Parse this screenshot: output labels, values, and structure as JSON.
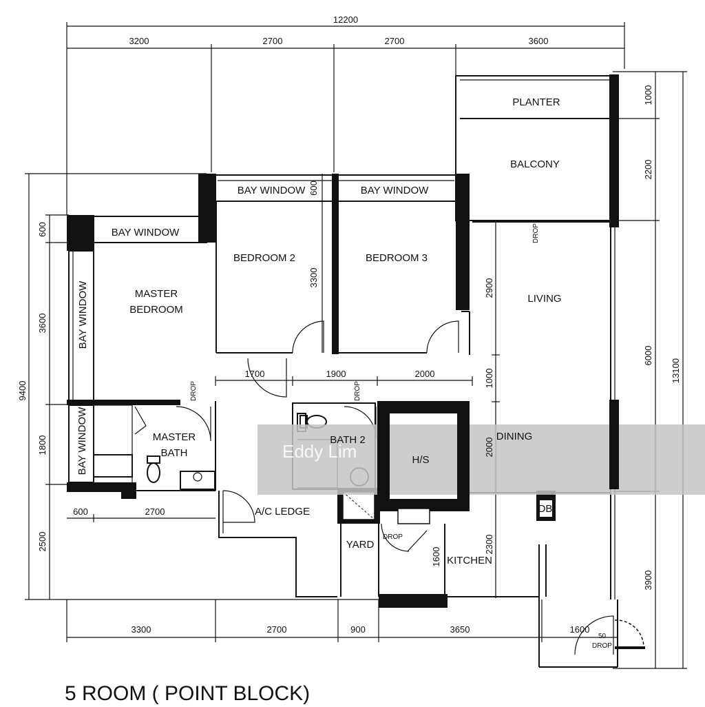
{
  "title": "5 ROOM ( POINT BLOCK)",
  "watermark": "Eddy Lim",
  "rooms": {
    "planter": "PLANTER",
    "balcony": "BALCONY",
    "bay_window_bed2": "BAY WINDOW",
    "bay_window_bed3": "BAY WINDOW",
    "bay_window_master_top": "BAY WINDOW",
    "bay_window_master_side": "BAY WINDOW",
    "bay_window_bath": "BAY WINDOW",
    "bedroom2": "BEDROOM 2",
    "bedroom3": "BEDROOM 3",
    "master_bedroom_l1": "MASTER",
    "master_bedroom_l2": "BEDROOM",
    "living": "LIVING",
    "dining": "DINING",
    "master_bath_l1": "MASTER",
    "master_bath_l2": "BATH",
    "bath2": "BATH 2",
    "hs": "H/S",
    "ac_ledge": "A/C LEDGE",
    "yard": "YARD",
    "kitchen": "KITCHEN",
    "db": "DB"
  },
  "drops": [
    "DROP",
    "DROP",
    "DROP",
    "DROP",
    "DROP"
  ],
  "dimensions": {
    "top_total": "12200",
    "top": [
      "3200",
      "2700",
      "2700",
      "3600"
    ],
    "bottom": [
      "3300",
      "2700",
      "900",
      "3650",
      "1600"
    ],
    "inner_row": [
      "1700",
      "1900",
      "2000"
    ],
    "master_sub": [
      "600",
      "2700"
    ],
    "left_total": "9400",
    "left": [
      "600",
      "3600",
      "1800",
      "2500"
    ],
    "right_total": "13100",
    "right": [
      "1000",
      "2200",
      "6000",
      "3900"
    ],
    "living_col": [
      "2900",
      "1000",
      "2000",
      "2300"
    ],
    "bay_600": "600",
    "bed2_3300": "3300",
    "kitchen_1600": "1600",
    "door_50": "50"
  }
}
